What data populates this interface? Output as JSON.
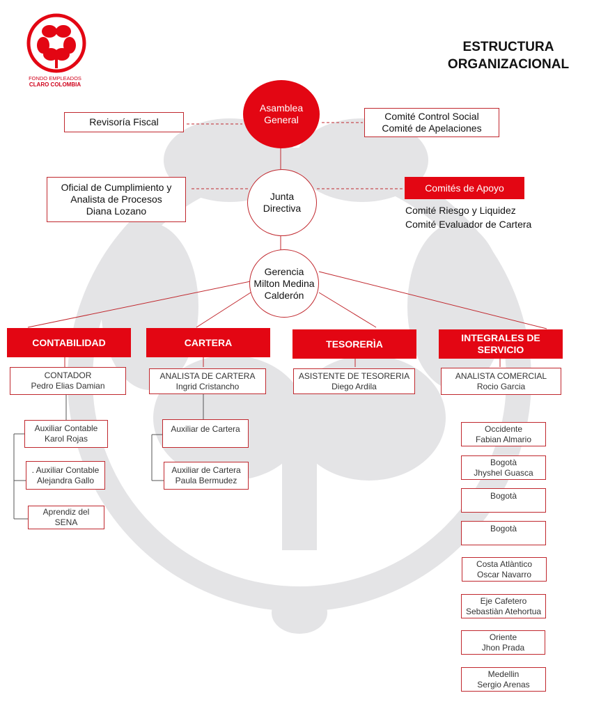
{
  "logo": {
    "line1": "FONDO EMPLEADOS",
    "line2": "CLARO COLOMBIA"
  },
  "title": {
    "line1": "ESTRUCTURA",
    "line2": "ORGANIZACIONAL"
  },
  "colors": {
    "brand_red": "#e30613",
    "border_red": "#c0272d",
    "watermark": "#e4e4e6"
  },
  "asamblea": {
    "line1": "Asamblea",
    "line2": "General"
  },
  "revisoria": {
    "label": "Revisoría Fiscal"
  },
  "comites_control": {
    "line1": "Comité Control Social",
    "line2": "Comité de Apelaciones"
  },
  "junta": {
    "line1": "Junta",
    "line2": "Directiva"
  },
  "oficial": {
    "line1": "Oficial de Cumplimiento y",
    "line2": "Analista de Procesos",
    "line3": "Diana Lozano"
  },
  "comites_apoyo": {
    "label": "Comités de Apoyo",
    "item1": "Comité Riesgo y Liquidez",
    "item2": "Comité Evaluador de Cartera"
  },
  "gerencia": {
    "line1": "Gerencia",
    "line2": "Milton Medina",
    "line3": "Calderón"
  },
  "departments": {
    "contabilidad": {
      "label": "CONTABILIDAD"
    },
    "cartera": {
      "label": "CARTERA"
    },
    "tesoreria": {
      "label": "TESORERÌA"
    },
    "integrales": {
      "line1": "INTEGRALES DE",
      "line2": "SERVICIO"
    }
  },
  "contabilidad": {
    "head": {
      "role": "CONTADOR",
      "name": "Pedro Elias Damian"
    },
    "subs": [
      {
        "line1": "Auxiliar Contable",
        "line2": "Karol Rojas"
      },
      {
        "line1": ". Auxiliar Contable",
        "line2": "Alejandra Gallo"
      },
      {
        "line1": "Aprendiz  del",
        "line2": "SENA"
      }
    ]
  },
  "cartera": {
    "head": {
      "role": "ANALISTA DE CARTERA",
      "name": "Ingrid Cristancho"
    },
    "subs": [
      {
        "line1": "Auxiliar de Cartera",
        "line2": ""
      },
      {
        "line1": "Auxiliar de Cartera",
        "line2": "Paula Bermudez"
      }
    ]
  },
  "tesoreria": {
    "head": {
      "role": "ASISTENTE DE TESORERIA",
      "name": "Diego Ardila"
    }
  },
  "integrales": {
    "head": {
      "role": "ANALISTA COMERCIAL",
      "name": "Rocio Garcia"
    },
    "regions": [
      {
        "line1": "Occidente",
        "line2": "Fabian Almario"
      },
      {
        "line1": "Bogotà",
        "line2": "Jhyshel Guasca"
      },
      {
        "line1": "Bogotà",
        "line2": ""
      },
      {
        "line1": "Bogotà",
        "line2": ""
      },
      {
        "line1": "Costa Atlàntico",
        "line2": "Oscar Navarro"
      },
      {
        "line1": "Eje Cafetero",
        "line2": "Sebastiàn Atehortua"
      },
      {
        "line1": "Oriente",
        "line2": "Jhon Prada"
      },
      {
        "line1": "Medellin",
        "line2": "Sergio Arenas"
      }
    ]
  }
}
